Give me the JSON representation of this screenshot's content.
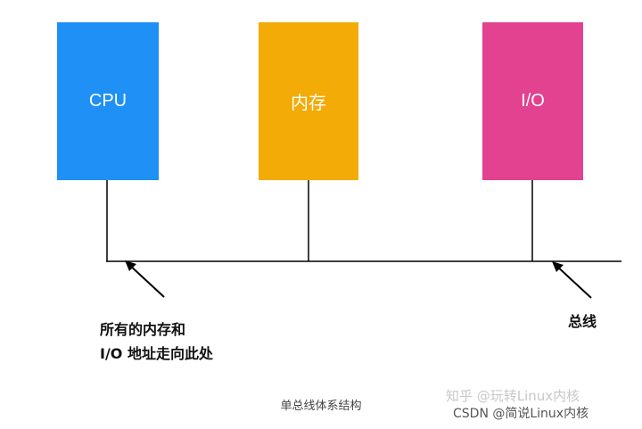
{
  "blocks": [
    {
      "label": "CPU",
      "color": "#1e90f6"
    },
    {
      "label": "内存",
      "color": "#f2ab07"
    },
    {
      "label": "I/O",
      "color": "#e2428f"
    }
  ],
  "annotations": {
    "address_line1": "所有的内存和",
    "address_line2": "I/O 地址走向此处",
    "bus": "总线"
  },
  "caption": "单总线体系结构",
  "watermarks": {
    "zhihu": "知乎 @玩转Linux内核",
    "csdn": "CSDN @简说Linux内核"
  }
}
